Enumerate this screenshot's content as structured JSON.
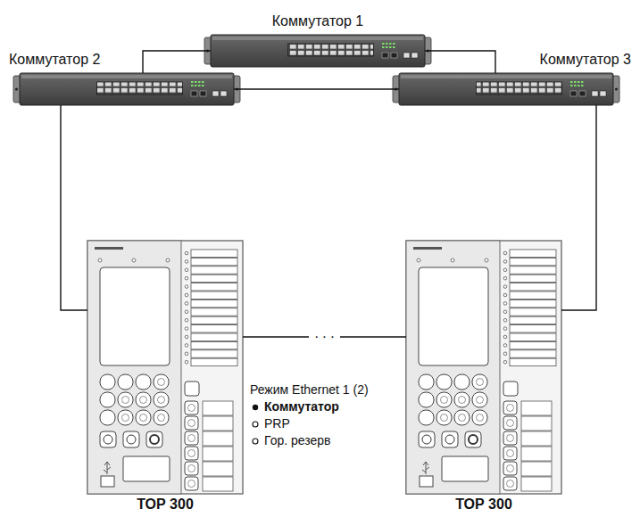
{
  "diagram": {
    "nodes": [
      {
        "text": [
          "Коммутатор 1"
        ]
      },
      {
        "text": [
          "Коммутатор 2"
        ]
      },
      {
        "text": [
          "Коммутатор 3"
        ]
      },
      {
        "text": [
          "ТОР 300"
        ]
      },
      {
        "text": [
          "ТОР 300"
        ]
      }
    ],
    "edges": [
      {
        "from": 0,
        "to": 1,
        "arrow": "none"
      },
      {
        "from": 0,
        "to": 2,
        "arrow": "none"
      },
      {
        "from": 1,
        "to": 2,
        "arrow": "none"
      },
      {
        "from": 1,
        "to": 3,
        "arrow": "none"
      },
      {
        "from": 2,
        "to": 4,
        "arrow": "none"
      },
      {
        "from": 3,
        "to": 4,
        "arrow": "none",
        "label": ". . ."
      }
    ],
    "labels": [
      "Режим Ethernet 1 (2)",
      "Коммутатор",
      "PRP",
      "Гор. резерв"
    ]
  }
}
